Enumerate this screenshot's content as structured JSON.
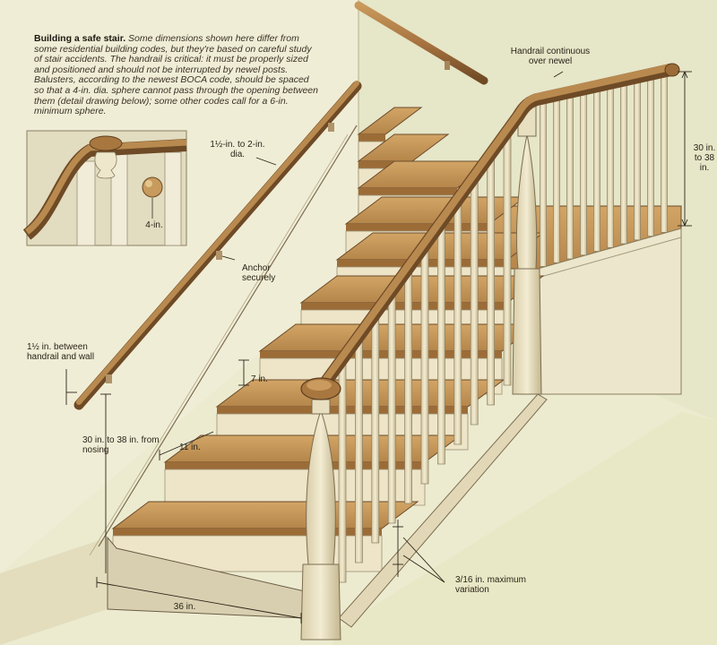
{
  "caption": {
    "title": "Building a safe stair.",
    "body": "Some dimensions shown here differ from some residential building codes, but they're based on careful study of stair accidents. The handrail is critical: it must be properly sized and positioned and should not be interrupted by newel posts. Balusters, according to the newest BOCA code, should be spaced so that a 4-in. dia. sphere cannot pass through the opening between them (detail drawing below); some other codes call for a 6-in. minimum sphere."
  },
  "labels": {
    "handrail_continuous": "Handrail continuous over newel",
    "rail_diameter": "1½-in. to 2-in. dia.",
    "guard_height": "30 in. to 38 in.",
    "anchor": "Anchor securely",
    "wall_gap": "1½ in. between handrail and wall",
    "riser": "7 in.",
    "rail_height": "30 in. to 38 in. from nosing",
    "tread": "11 in.",
    "width": "36 in.",
    "variation": "3/16 in. maximum variation",
    "sphere": "4-in."
  },
  "colors": {
    "background": "#ecebd0",
    "wood": "#b98a4f",
    "wood_dark": "#7a5530",
    "paint": "#eee5c8",
    "line": "#3a2e20"
  }
}
